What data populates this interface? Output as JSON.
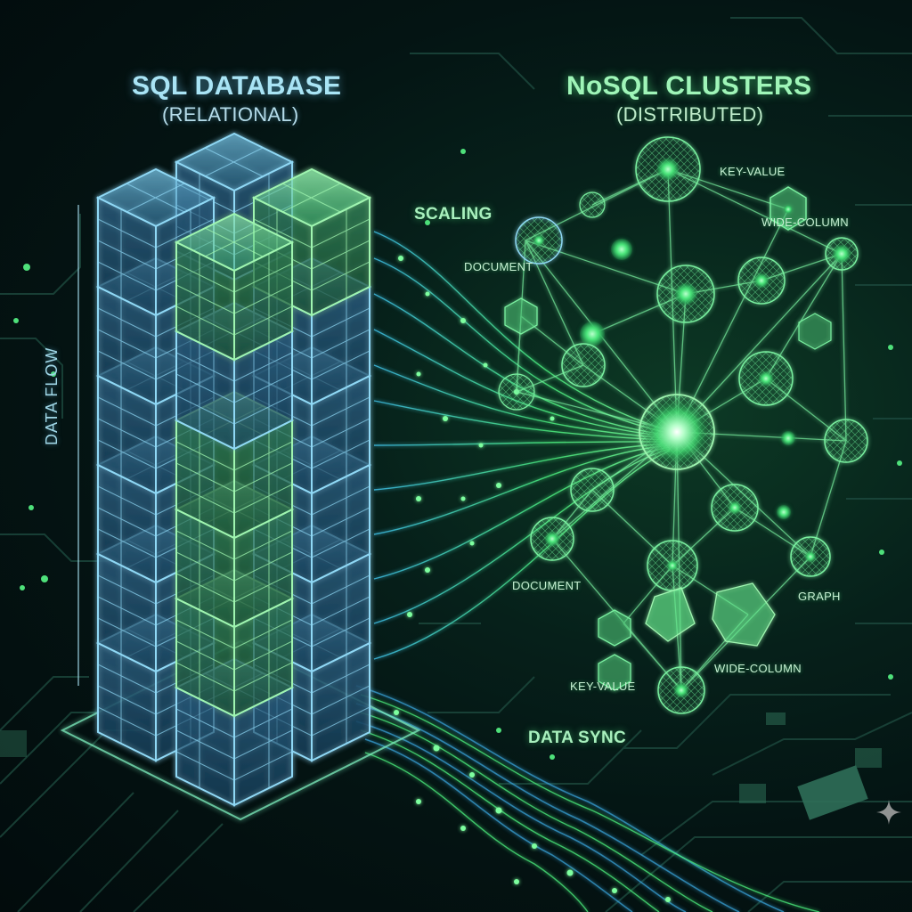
{
  "diagram": {
    "sql": {
      "title": "SQL DATABASE",
      "subtitle": "(RELATIONAL)",
      "axis_label": "DATA FLOW",
      "color": "#7fd3f0"
    },
    "nosql": {
      "title": "NoSQL CLUSTERS",
      "subtitle": "(DISTRIBUTED)",
      "color": "#5ef08a",
      "node_labels": [
        {
          "id": "kv-top",
          "text": "KEY-VALUE"
        },
        {
          "id": "wide-top",
          "text": "WIDE-COLUMN"
        },
        {
          "id": "doc-top",
          "text": "DOCUMENT"
        },
        {
          "id": "doc-bottom",
          "text": "DOCUMENT"
        },
        {
          "id": "graph",
          "text": "GRAPH"
        },
        {
          "id": "wide-bottom",
          "text": "WIDE-COLUMN"
        },
        {
          "id": "kv-bottom",
          "text": "KEY-VALUE"
        }
      ]
    },
    "flows": {
      "scaling": "SCALING",
      "sync": "DATA SYNC"
    },
    "watermark_icon": "sparkle-icon"
  }
}
